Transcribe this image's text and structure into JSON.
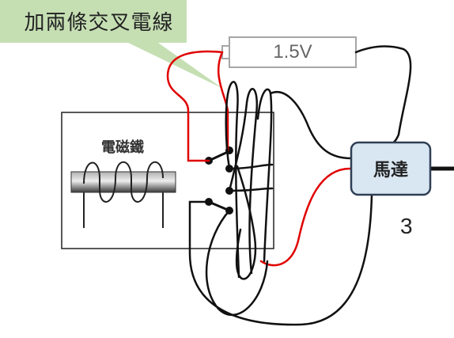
{
  "callout": {
    "text": "加兩條交叉電線"
  },
  "battery": {
    "label": "1.5V"
  },
  "electromagnet": {
    "label": "電磁鐵"
  },
  "motor": {
    "label": "馬達"
  },
  "figure_number": "3",
  "colors": {
    "callout_fill": "#c5dfb3",
    "battery_stroke": "#a6a6a6",
    "wire_black": "#111111",
    "wire_red": "#e00000",
    "motor_fill": "#d9e7f2",
    "motor_stroke": "#2f3f55"
  }
}
